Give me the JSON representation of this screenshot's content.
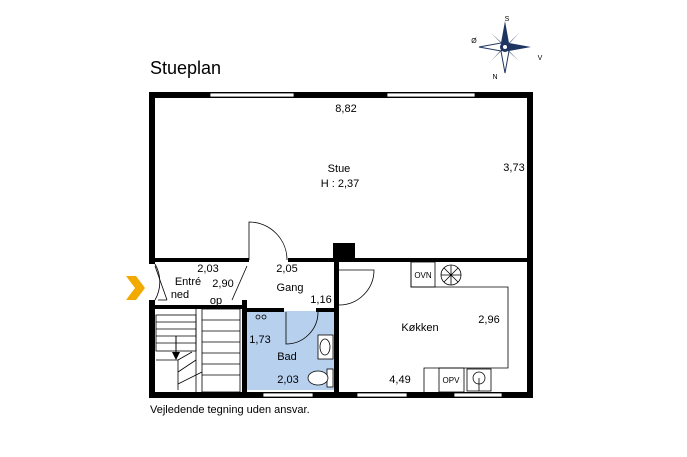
{
  "title": "Stueplan",
  "disclaimer": "Vejledende tegning uden ansvar.",
  "compass": {
    "s": "S",
    "o": "Ø",
    "v": "V",
    "n": "N"
  },
  "rooms": {
    "stue": {
      "name": "Stue",
      "height": "H : 2,37",
      "width": "8,82",
      "depth": "3,73"
    },
    "entre": {
      "name": "Entré",
      "width": "2,03",
      "depth": "2,90"
    },
    "stairs": {
      "down": "ned",
      "up": "op"
    },
    "gang": {
      "name": "Gang",
      "width": "2,05",
      "depth": "1,16"
    },
    "bad": {
      "name": "Bad",
      "width": "2,03",
      "depth": "1,73"
    },
    "kokken": {
      "name": "Køkken",
      "width": "4,49",
      "depth": "2,96"
    }
  },
  "appliances": {
    "oven": "OVN",
    "dishwasher": "OPV"
  },
  "colors": {
    "wall": "#000000",
    "bathroom": "#b7d0ee",
    "entrance_arrow": "#f2a900"
  }
}
